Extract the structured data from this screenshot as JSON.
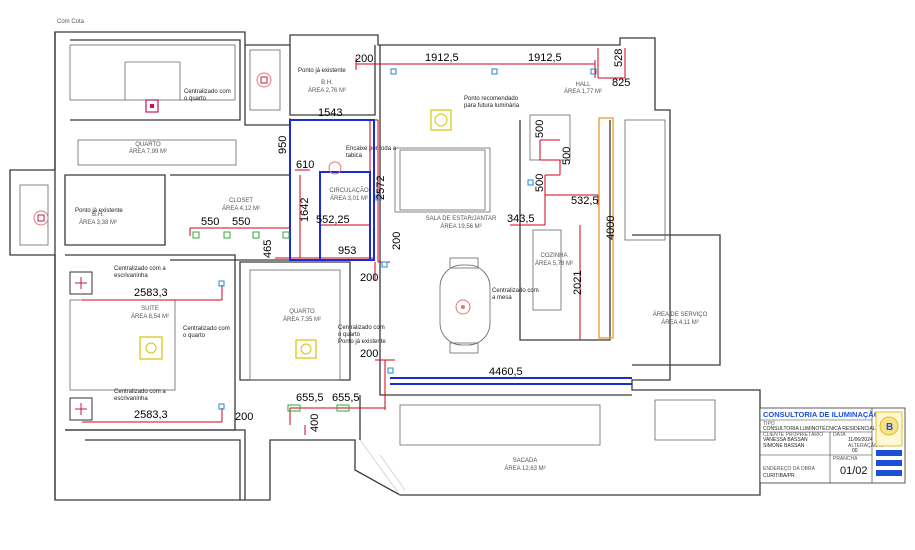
{
  "header": {
    "title": "Com Cota"
  },
  "rooms": {
    "quarto1": "QUARTO",
    "quarto1_area": "ÁREA 7,99 M²",
    "bh1": "B.H.",
    "bh1_area": "ÁREA 2,76 M²",
    "hall": "HALL",
    "hall_area": "ÁREA 1,77 M²",
    "bh2": "B.H.",
    "bh2_area": "ÁREA 3,38 M²",
    "closet": "CLOSET",
    "closet_area": "ÁREA 4,12 M²",
    "circulacao": "CIRCULAÇÃO",
    "circulacao_area": "ÁREA 3,01 M²",
    "sala": "SALA DE ESTAR/JANTAR",
    "sala_area": "ÁREA 19,56 M²",
    "cozinha": "COZINHA",
    "cozinha_area": "ÁREA 5,78 M²",
    "suite": "SUITE",
    "suite_area": "ÁREA 8,54 M²",
    "quarto2": "QUARTO",
    "quarto2_area": "ÁREA 7,35 M²",
    "servico": "ÁREA DE SERVIÇO",
    "servico_area": "ÁREA 4,11 M²",
    "sacada": "SACADA",
    "sacada_area": "ÁREA 12,63 M²"
  },
  "notes": {
    "centralizado_quarto_top": [
      "Centralizado com",
      "o quarto"
    ],
    "ponto_existente_bh1": "Ponto já existente",
    "ponto_recomendado": [
      "Ponto recomendado",
      "para futura luminária"
    ],
    "encaixe": [
      "Encaixe por toda a",
      "tabica"
    ],
    "ponto_existente_bh2": "Ponto já existente",
    "centralizado_escrivaninha_1": [
      "Centralizado com  a",
      "escrivaninha"
    ],
    "centralizado_quarto_suite": [
      "Centralizado com",
      "o quarto"
    ],
    "centralizado_quarto2": [
      "Centralizado com",
      "o quarto",
      "Ponto já existente"
    ],
    "centralizado_mesa": [
      "Centralizado com",
      "a mesa"
    ],
    "centralizado_escrivaninha_2": [
      "Centralizado com  a",
      "escrivaninha"
    ]
  },
  "dimensions": {
    "d200_top": "200",
    "d1912_a": "1912,5",
    "d1912_b": "1912,5",
    "d528": "528",
    "d825": "825",
    "d1543": "1543",
    "d950": "950",
    "d610": "610",
    "d2572": "2572",
    "d500_a": "500",
    "d500_b": "500",
    "d500_c": "500",
    "d532": "532,5",
    "d343": "343,5",
    "d4000": "4000",
    "d550_a": "550",
    "d550_b": "550",
    "d1642": "1642",
    "d552": "552,25",
    "d465": "465",
    "d953": "953",
    "d200_mid": "200",
    "d200_mid2": "200",
    "d2021": "2021",
    "d2583_a": "2583,3",
    "d2583_b": "2583,3",
    "d200_lower": "200",
    "d4460": "4460,5",
    "d655_a": "655,5",
    "d655_b": "655,5",
    "d400": "400",
    "d200_bottom": "200"
  },
  "title_block": {
    "company": "CONSULTORIA DE ILUMINAÇÃO",
    "project_label": "TIPO",
    "project": "CONSULTORIA LUMINOTÉCNICA RESIDENCIAL",
    "client_label": "CLIENTE PROPRIETÁRIO",
    "client_1": "VANESSA BASSAN",
    "client_2": "SIMONE BASSAN",
    "date_label": "DATA",
    "date": "11/06/2024",
    "rev_label": "ALTERAÇÃO N°",
    "rev": "00",
    "sheet_label": "PRANCHA",
    "sheet": "01/02",
    "address_label": "ENDEREÇO DA OBRA",
    "address": "CURITIBA/PR"
  },
  "colors": {
    "wall": "#3a3a3a",
    "wire": "#d0021b",
    "highlight": "#1b2bd6",
    "fixture": "#d4c400",
    "accent": "#e6a23c"
  }
}
